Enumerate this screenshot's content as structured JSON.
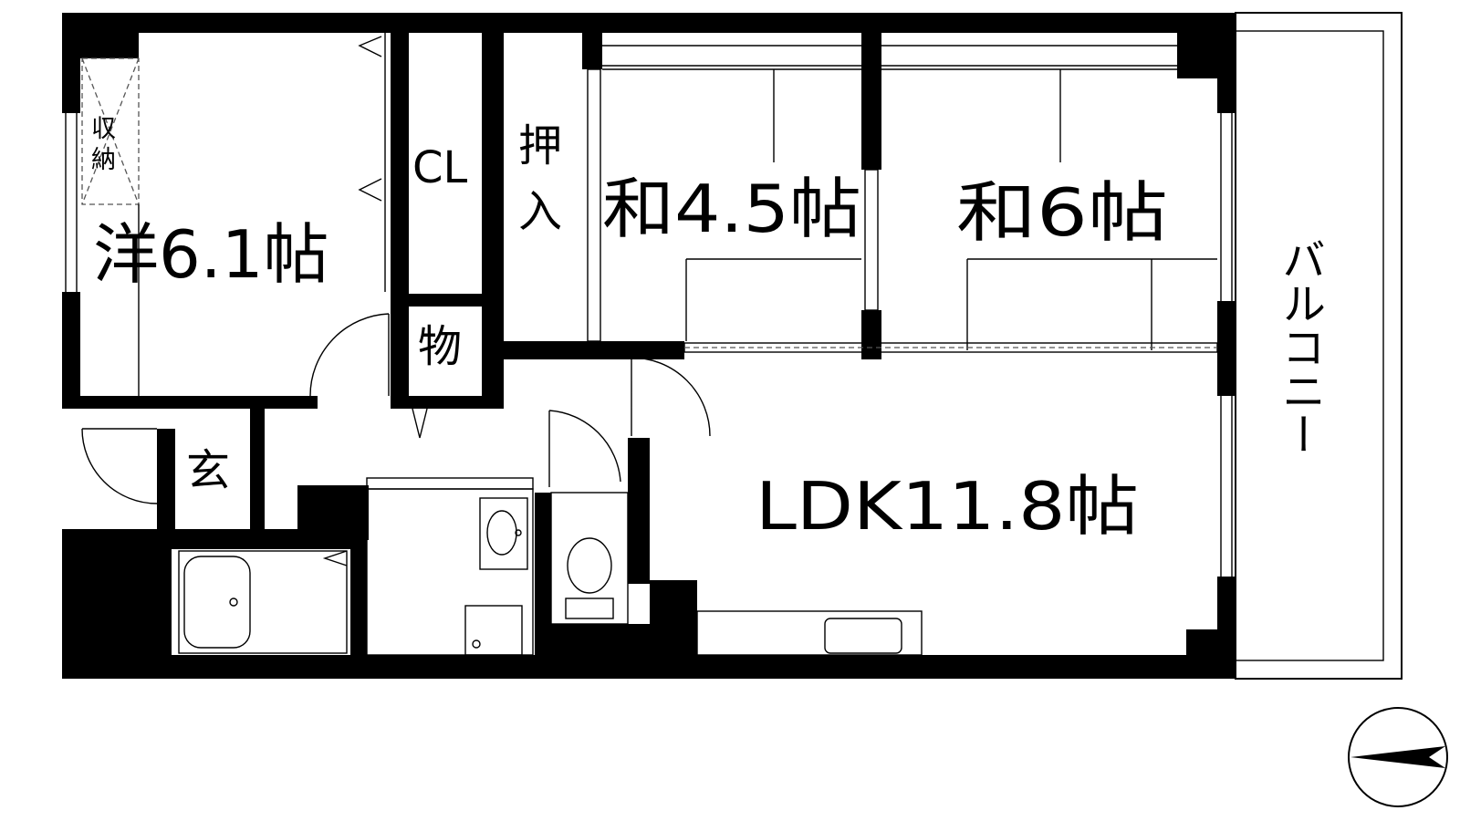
{
  "rooms": {
    "western": "洋6.1帖",
    "storage": "収納",
    "closet": "CL",
    "oshiire": "押入",
    "japanese_small": "和4.5帖",
    "japanese_large": "和6帖",
    "ldk": "LDK11.8帖",
    "mono": "物",
    "entrance": "玄",
    "balcony": "バルコニー"
  },
  "colors": {
    "wall": "#000000",
    "background": "#ffffff",
    "fixture_line": "#000000"
  },
  "icons": [
    "north-arrow-icon",
    "bathtub-icon",
    "toilet-icon",
    "sink-icon",
    "kitchen-sink-icon",
    "washer-pan-icon"
  ]
}
